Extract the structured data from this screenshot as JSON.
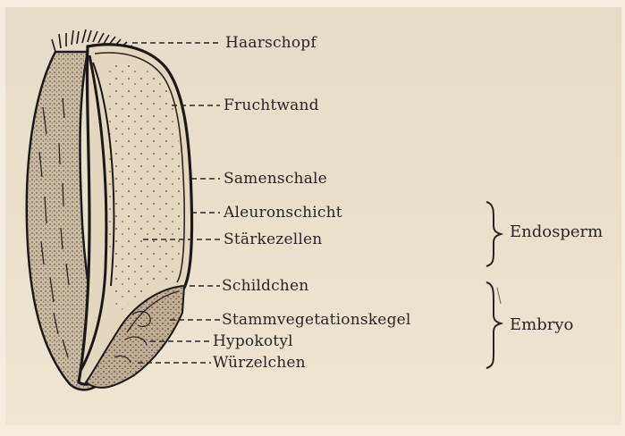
{
  "labels": {
    "haarschopf": "Haarschopf",
    "fruchtwand": "Fruchtwand",
    "samenschale": "Samenschale",
    "aleuronschicht": "Aleuronschicht",
    "staerkezellen": "Stärkezellen",
    "schildchen": "Schildchen",
    "stammvegetationskegel": "Stammvegetationskegel",
    "hypokotyl": "Hypokotyl",
    "wuerzelchen": "Würzelchen"
  },
  "groups": {
    "endosperm": "Endosperm",
    "embryo": "Embryo"
  },
  "colors": {
    "ink": "#2a2523",
    "paper": "#e8ddcb"
  }
}
